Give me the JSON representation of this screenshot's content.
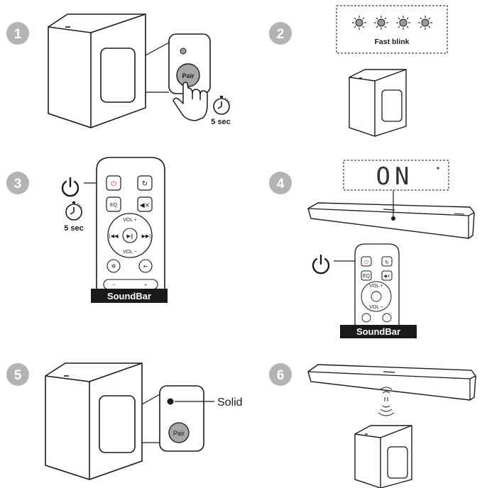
{
  "steps": [
    "1",
    "2",
    "3",
    "4",
    "5",
    "6"
  ],
  "labels": {
    "pair": "Pair",
    "five_sec": "5 sec",
    "fast_blink": "Fast blink",
    "solid": "Solid",
    "on": "ON",
    "soundbar": "SoundBar",
    "eq": "EQ",
    "vol_plus": "VOL +",
    "vol_minus": "VOL −",
    "minus": "−",
    "plus": "+"
  },
  "colors": {
    "line": "#1a1a1a",
    "step_circle": "#b3b3b3",
    "button_grey": "#a6a6a6",
    "power_red": "#e03a2f",
    "soundbar_bg": "#1a1a1a"
  },
  "icons": [
    "stopwatch-icon",
    "hand-press-icon",
    "power-icon",
    "wireless-signal-icon",
    "led-blink-icon"
  ]
}
